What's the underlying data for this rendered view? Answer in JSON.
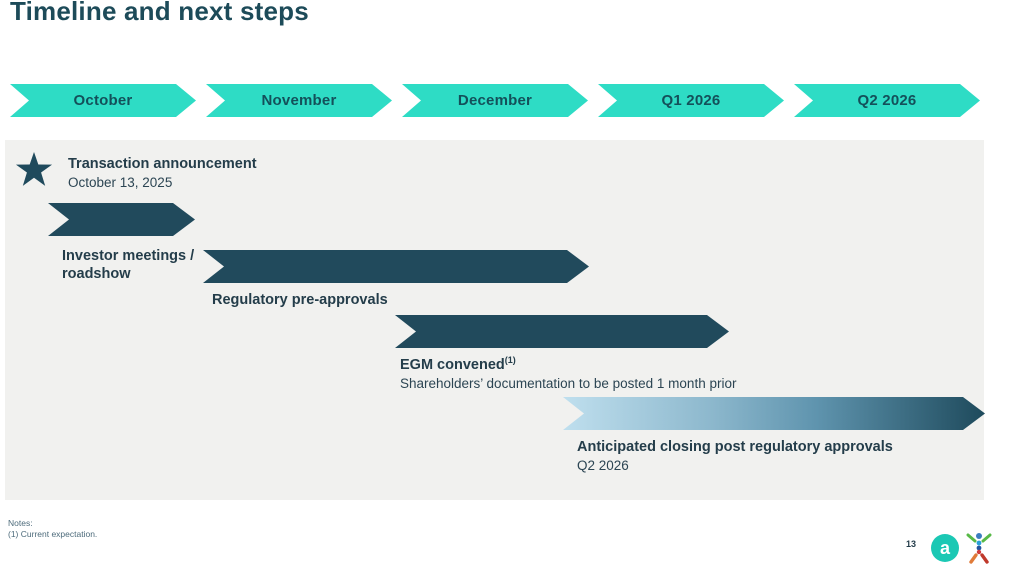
{
  "slide": {
    "title": "Timeline and next steps"
  },
  "timeline_periods": [
    "October",
    "November",
    "December",
    "Q1 2026",
    "Q2 2026"
  ],
  "milestones": {
    "announcement": {
      "title": "Transaction announcement",
      "subtitle": "October 13, 2025",
      "icon": "star-icon"
    },
    "roadshow": {
      "title": "Investor meetings / roadshow"
    },
    "preapprovals": {
      "title": "Regulatory pre-approvals"
    },
    "egm": {
      "title": "EGM convened",
      "sup": "(1)",
      "subtitle": "Shareholders’ documentation to be posted 1 month prior"
    },
    "closing": {
      "title": "Anticipated closing post regulatory approvals",
      "subtitle": "Q2 2026"
    }
  },
  "notes": {
    "heading": "Notes:",
    "line1": "(1) Current expectation."
  },
  "footer": {
    "page_number": "13",
    "logo_letter": "a"
  },
  "colors": {
    "timeline_arrow_teal": "#2edcc5",
    "timeline_text": "#14505a",
    "title_text": "#1d4b59",
    "bar_dark_teal": "#214a5c",
    "closing_gradient_start": "#bfdfee",
    "closing_gradient_end": "#1e4a5c",
    "panel_background": "#f1f1ef",
    "body_text": "#243d4a",
    "notes_text": "#4d6b7b",
    "logo_teal": "#1bc8b4"
  }
}
